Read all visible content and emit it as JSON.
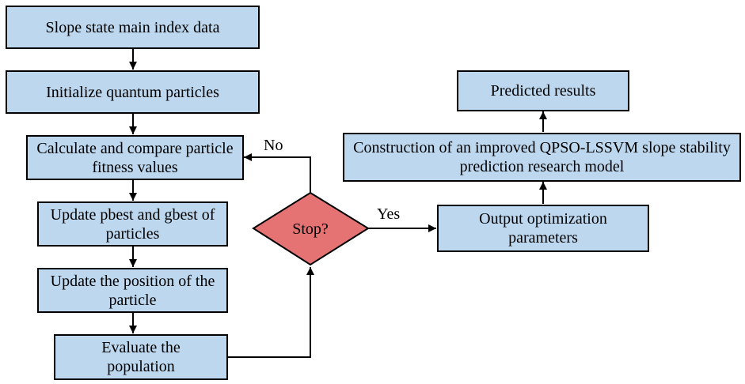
{
  "colors": {
    "box_fill": "#bdd7ee",
    "decision_fill": "#e57373",
    "line": "#000000"
  },
  "boxes": {
    "slope_data": "Slope state main index data",
    "init_particles": "Initialize quantum particles",
    "calc_fitness": "Calculate and compare particle fitness values",
    "update_best": "Update pbest and gbest of particles",
    "update_position": "Update the position of the particle",
    "evaluate": "Evaluate the population",
    "output_params": "Output optimization parameters",
    "construct_model": "Construction of an improved QPSO-LSSVM slope stability prediction research model",
    "predicted": "Predicted results"
  },
  "decision": {
    "text": "Stop?",
    "no_label": "No",
    "yes_label": "Yes"
  }
}
